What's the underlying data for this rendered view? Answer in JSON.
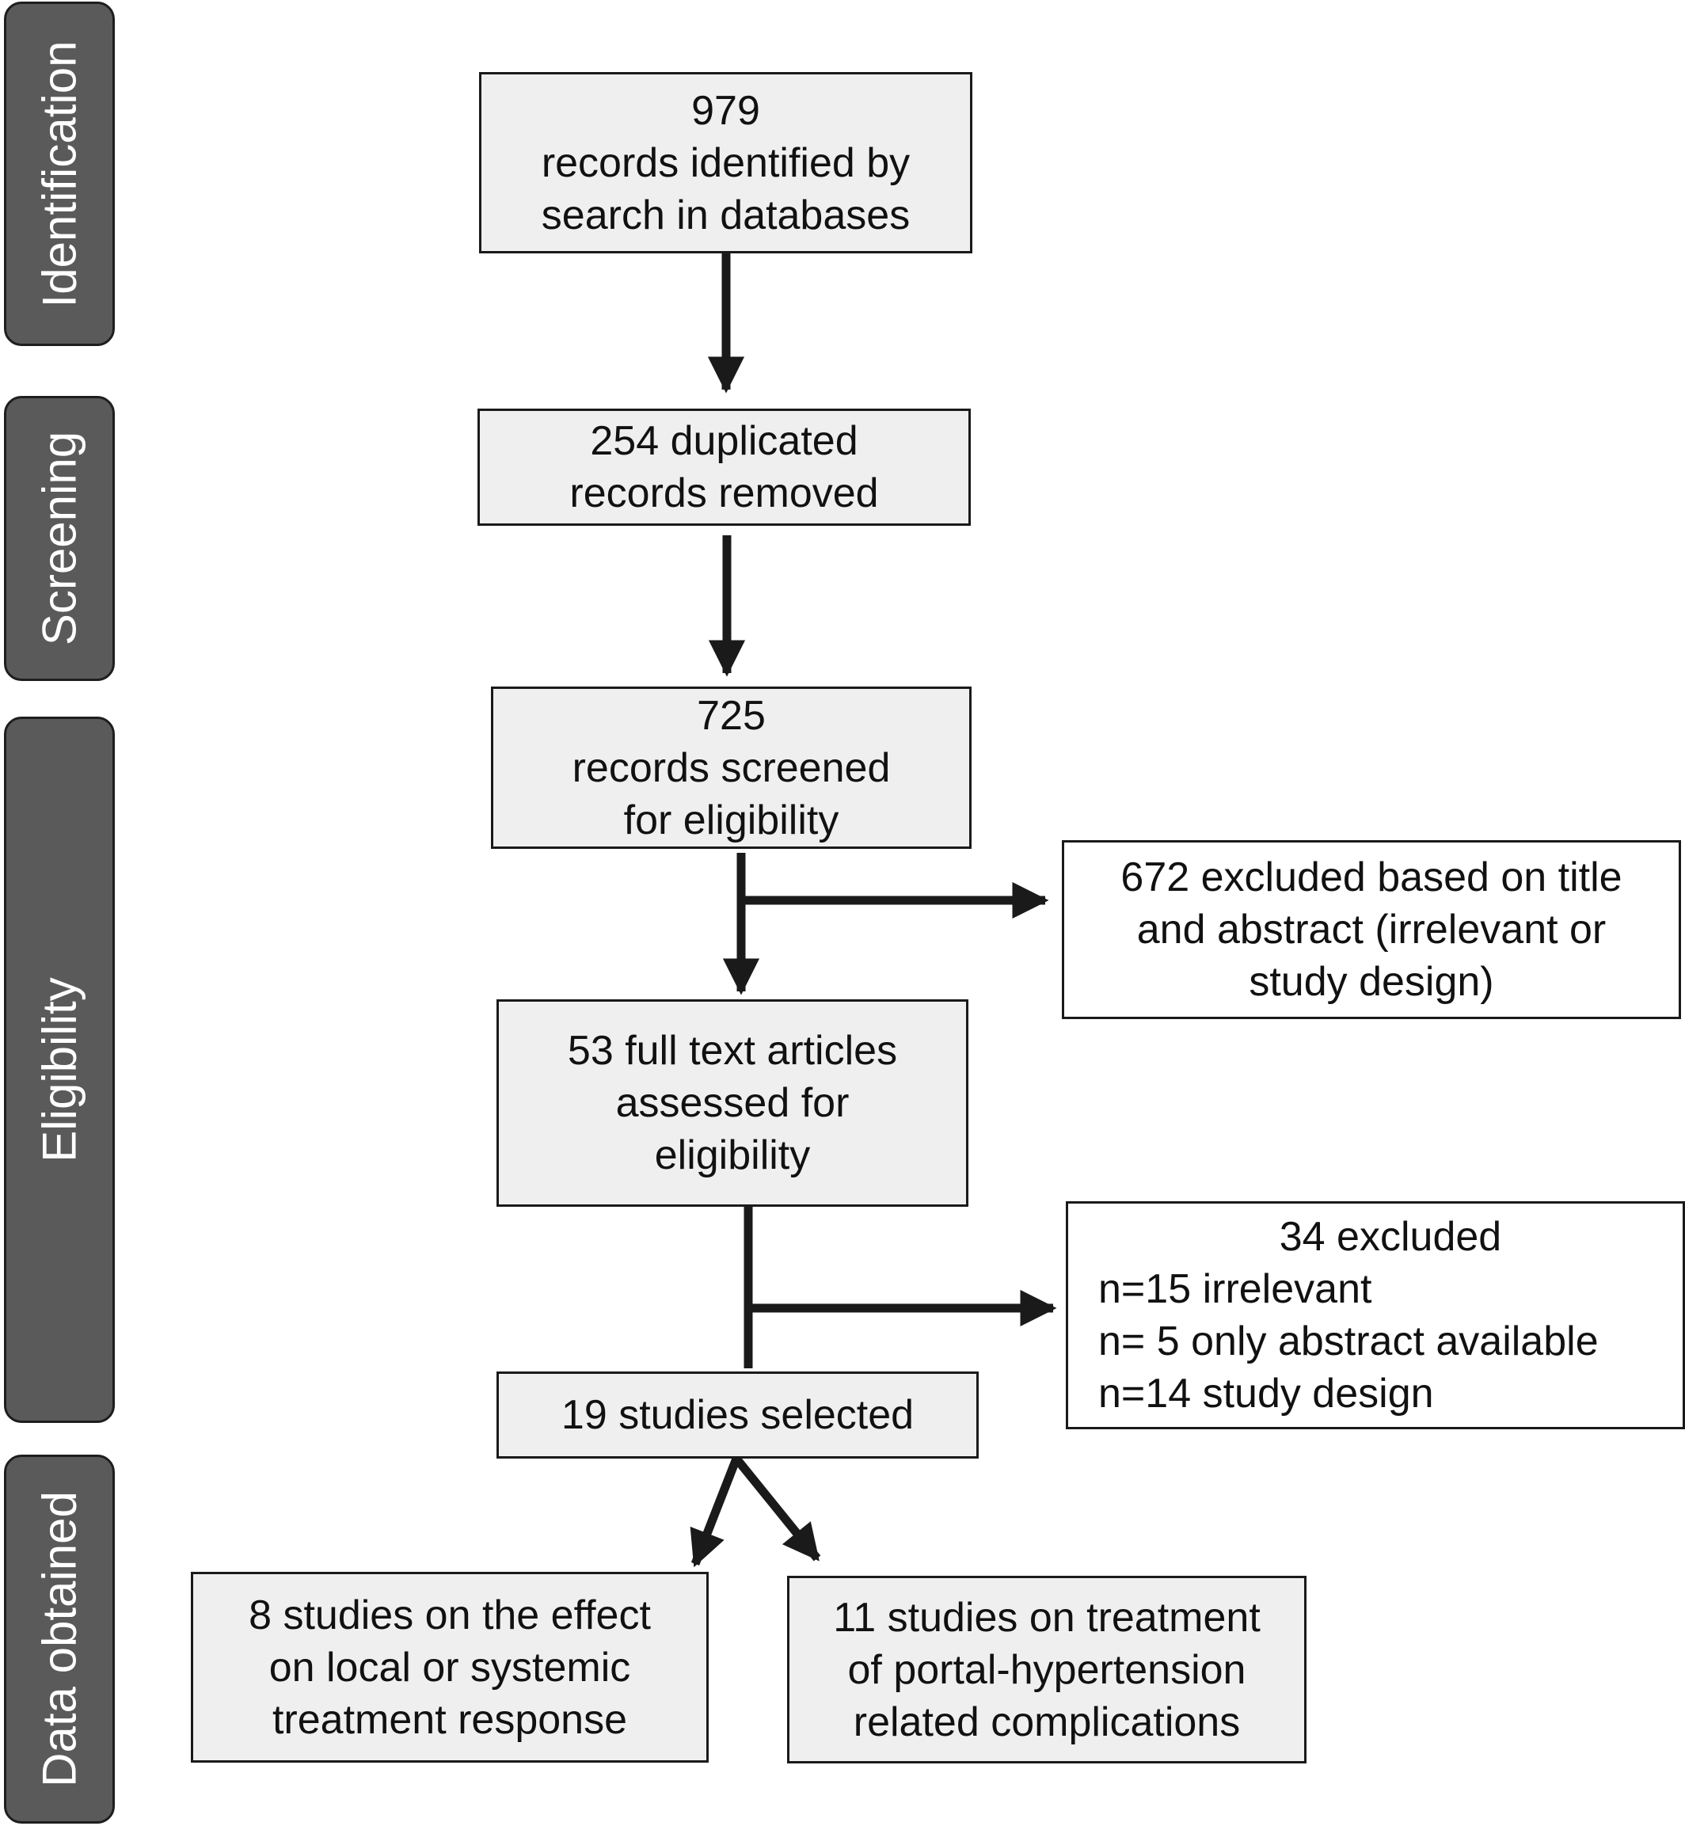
{
  "stages": [
    {
      "id": "identification",
      "label": "Identification"
    },
    {
      "id": "screening",
      "label": "Screening"
    },
    {
      "id": "eligibility",
      "label": "Eligibility"
    },
    {
      "id": "data-obtained",
      "label": "Data obtained"
    }
  ],
  "boxes": {
    "identified": [
      "979",
      "records identified by",
      "search in databases"
    ],
    "duplicates": [
      "254 duplicated",
      "records removed"
    ],
    "screened": [
      "725",
      "records screened",
      "for eligibility"
    ],
    "excluded_title": [
      "672 excluded based on title",
      "and abstract (irrelevant or",
      "study design)"
    ],
    "fulltext": [
      "53 full text articles",
      "assessed for",
      "eligibility"
    ],
    "excluded_fulltext": {
      "title": "34 excluded",
      "items": [
        "n=15 irrelevant",
        "n= 5 only abstract available",
        "n=14 study design"
      ]
    },
    "selected": [
      "19 studies selected"
    ],
    "response": [
      "8 studies on the effect",
      "on local or systemic",
      "treatment response"
    ],
    "hypertension": [
      "11 studies on treatment",
      "of portal-hypertension",
      "related complications"
    ]
  },
  "colors": {
    "stage_fill": "#5a5a5a",
    "stage_text": "#ffffff",
    "box_shaded": "#efefef",
    "box_plain": "#ffffff",
    "arrow": "#1a1a1a"
  }
}
